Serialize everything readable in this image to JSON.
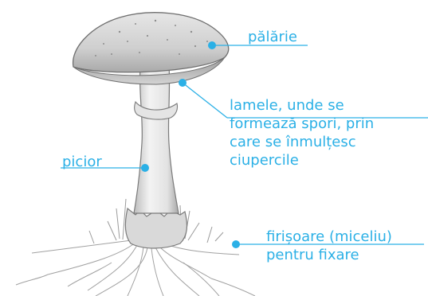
{
  "labels": {
    "palarie": "pălărie",
    "lamele": [
      "lamele, unde se",
      "formează spori, prin",
      "care se înmulțesc",
      "ciupercile"
    ],
    "picior": "picior",
    "firisoare": [
      "firișoare (miceliu)",
      "pentru fixare"
    ]
  },
  "colors": {
    "label": "#2bb0e6",
    "pencil": "#6f6f6f",
    "shade": "#b8b8b8"
  }
}
